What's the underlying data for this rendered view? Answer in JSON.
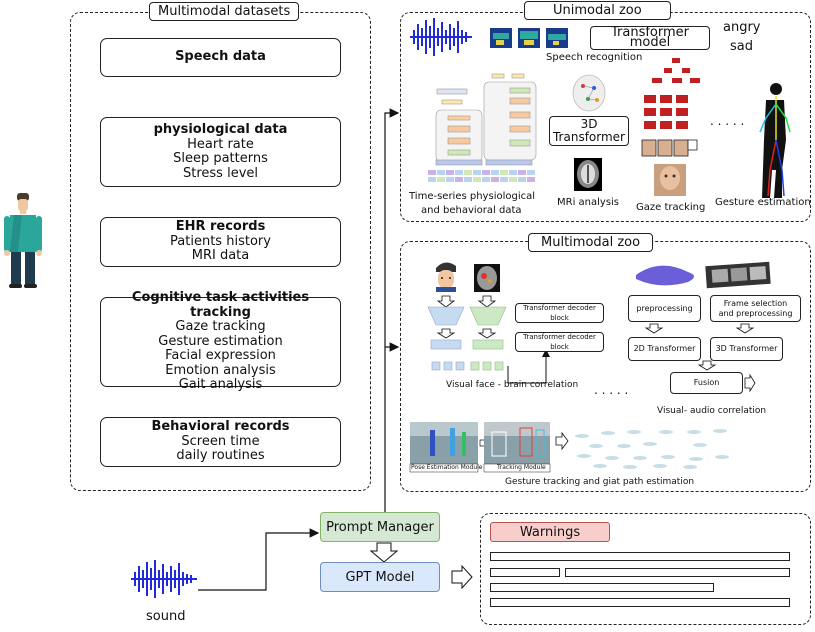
{
  "datasets": {
    "title": "Multimodal datasets",
    "speech": "Speech data",
    "physio": {
      "title": "physiological data",
      "items": [
        "Heart rate",
        "Sleep patterns",
        "Stress level"
      ]
    },
    "ehr": {
      "title": "EHR records",
      "items": [
        "Patients history",
        "MRI data"
      ]
    },
    "cognitive": {
      "title": "Cognitive task activities tracking",
      "items": [
        "Gaze tracking",
        "Gesture estimation",
        "Facial expression",
        "Emotion analysis",
        "Gait analysis"
      ]
    },
    "behavioral": {
      "title": "Behavioral records",
      "items": [
        "Screen time",
        "daily routines"
      ]
    }
  },
  "unimodal": {
    "title": "Unimodal zoo",
    "transformer_model": "Transformer model",
    "emotions": [
      "angry",
      "sad"
    ],
    "speech_recognition": "Speech recognition",
    "timeseries_caption_1": "Time-series physiological",
    "timeseries_caption_2": "and behavioral data",
    "transformer_3d_1": "3D",
    "transformer_3d_2": "Transformer",
    "mri_caption": "MRi analysis",
    "gaze_caption": "Gaze tracking",
    "ellipsis": ". . . . .",
    "gesture_caption": "Gesture estimation"
  },
  "multimodal": {
    "title": "Multimodal zoo",
    "decoder_block_1": "Transformer decoder block",
    "decoder_block_2": "Transformer decoder block",
    "visual_brain_caption": "Visual face - brain correlation",
    "ellipsis": ". . . . .",
    "preprocessing": "preprocessing",
    "frame_selection": "Frame selection and preprocessing",
    "transformer_2d": "2D Transformer",
    "transformer_3d": "3D Transformer",
    "fusion": "Fusion",
    "visual_audio_caption": "Visual- audio correlation",
    "pose_module": "Pose Estimation Module",
    "tracking_module": "Tracking Module",
    "gait_caption": "Gesture tracking and giat path estimation"
  },
  "pipeline": {
    "prompt_manager": "Prompt Manager",
    "gpt_model": "GPT Model",
    "sound_label": "sound",
    "warnings": "Warnings"
  },
  "colors": {
    "prompt_manager_bg": "#d5e8d4",
    "prompt_manager_border": "#82b366",
    "gpt_bg": "#dae8fc",
    "gpt_border": "#6c8ebf",
    "warnings_bg": "#f8cecc",
    "warnings_border": "#b85450",
    "waveform": "#1f2bd8"
  }
}
